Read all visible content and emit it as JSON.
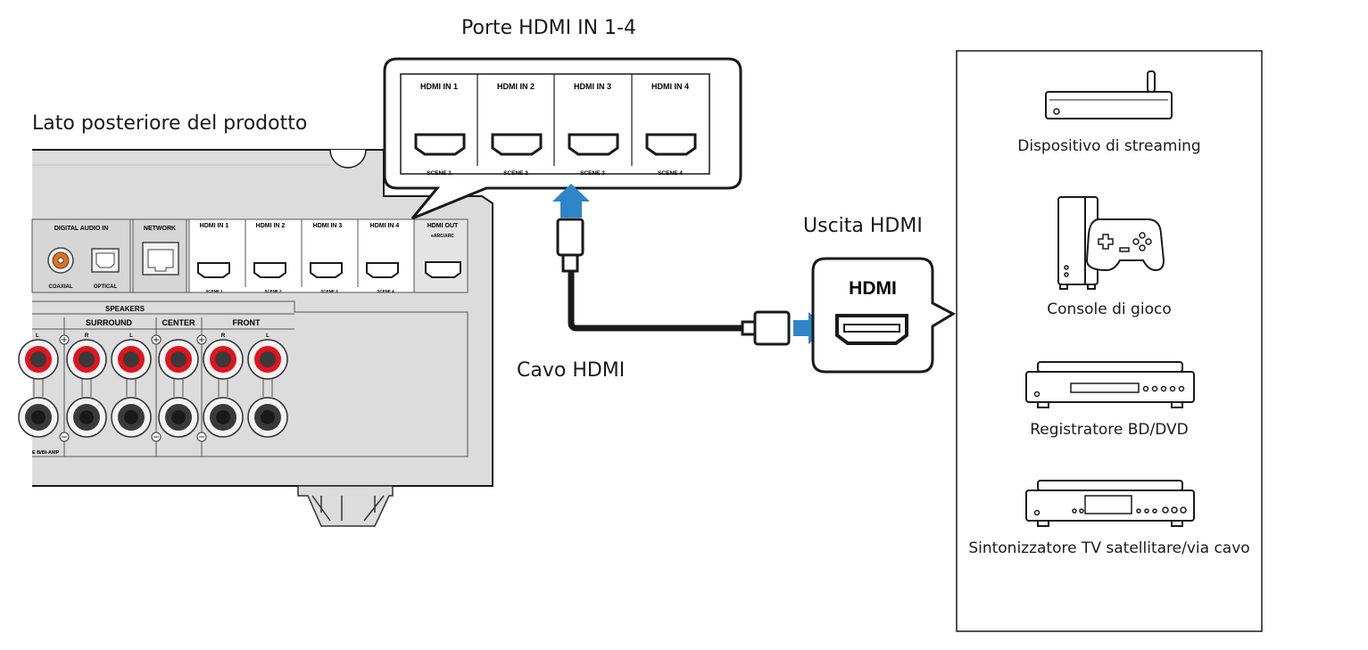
{
  "labels": {
    "rear_panel": "Lato posteriore del prodotto",
    "hdmi_in_ports": "Porte HDMI IN 1-4",
    "hdmi_cable": "Cavo HDMI",
    "hdmi_output": "Uscita HDMI"
  },
  "rear_panel": {
    "digital_audio_in": "DIGITAL AUDIO IN",
    "coaxial": "COAXIAL",
    "optical": "OPTICAL",
    "network": "NETWORK",
    "hdmi_inputs": [
      {
        "label": "HDMI IN 1",
        "scene": "SCENE 1"
      },
      {
        "label": "HDMI IN 2",
        "scene": "SCENE 2"
      },
      {
        "label": "HDMI IN 3",
        "scene": "SCENE 3"
      },
      {
        "label": "HDMI IN 4",
        "scene": "SCENE 4"
      }
    ],
    "hdmi_out": "HDMI OUT",
    "hdmi_out_sub": "eARC/ARC",
    "speakers": "SPEAKERS",
    "surround": "SURROUND",
    "center": "CENTER",
    "front": "FRONT",
    "r": "R",
    "l": "L",
    "zone_b": "E B/BI-AMP"
  },
  "callout_ports": [
    {
      "label": "HDMI IN 1",
      "scene": "SCENE 1"
    },
    {
      "label": "HDMI IN 2",
      "scene": "SCENE 2"
    },
    {
      "label": "HDMI IN 3",
      "scene": "SCENE 3"
    },
    {
      "label": "HDMI IN 4",
      "scene": "SCENE 4"
    }
  ],
  "output_callout": {
    "text": "HDMI"
  },
  "devices": [
    {
      "icon": "streaming-device-icon",
      "label": "Dispositivo di streaming"
    },
    {
      "icon": "game-console-icon",
      "label": "Console di gioco"
    },
    {
      "icon": "bd-dvd-recorder-icon",
      "label": "Registratore BD/DVD"
    },
    {
      "icon": "satellite-cable-tuner-icon",
      "label": "Sintonizzatore TV satellitare/via cavo"
    }
  ],
  "colors": {
    "arrow": "#2e86c8",
    "panel": "#dcdcdc",
    "terminal_red": "#e0141e",
    "line": "#1a1a1a"
  }
}
